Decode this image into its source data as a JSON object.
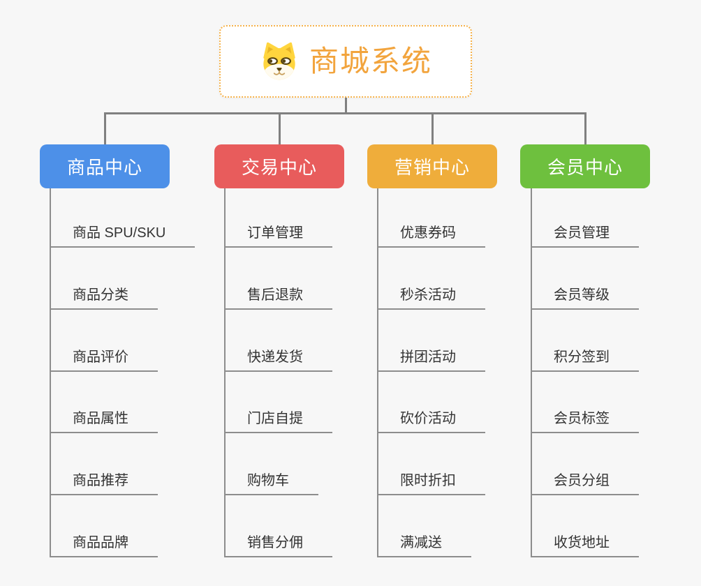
{
  "root": {
    "title": "商城系统",
    "icon": "dog-face-icon",
    "accent_color": "#F2A43D",
    "border_color": "#F6B24A"
  },
  "connectors": {
    "tree_line_color": "#808080",
    "leaf_line_color": "#8D8D8D"
  },
  "background_color": "#F7F7F7",
  "branches": [
    {
      "label": "商品中心",
      "color": "#4D90E8",
      "items": [
        "商品 SPU/SKU",
        "商品分类",
        "商品评价",
        "商品属性",
        "商品推荐",
        "商品品牌"
      ]
    },
    {
      "label": "交易中心",
      "color": "#E85C5C",
      "items": [
        "订单管理",
        "售后退款",
        "快递发货",
        "门店自提",
        "购物车",
        "销售分佣"
      ]
    },
    {
      "label": "营销中心",
      "color": "#EFAD3B",
      "items": [
        "优惠券码",
        "秒杀活动",
        "拼团活动",
        "砍价活动",
        "限时折扣",
        "满减送"
      ]
    },
    {
      "label": "会员中心",
      "color": "#6EC03E",
      "items": [
        "会员管理",
        "会员等级",
        "积分签到",
        "会员标签",
        "会员分组",
        "收货地址"
      ]
    }
  ]
}
